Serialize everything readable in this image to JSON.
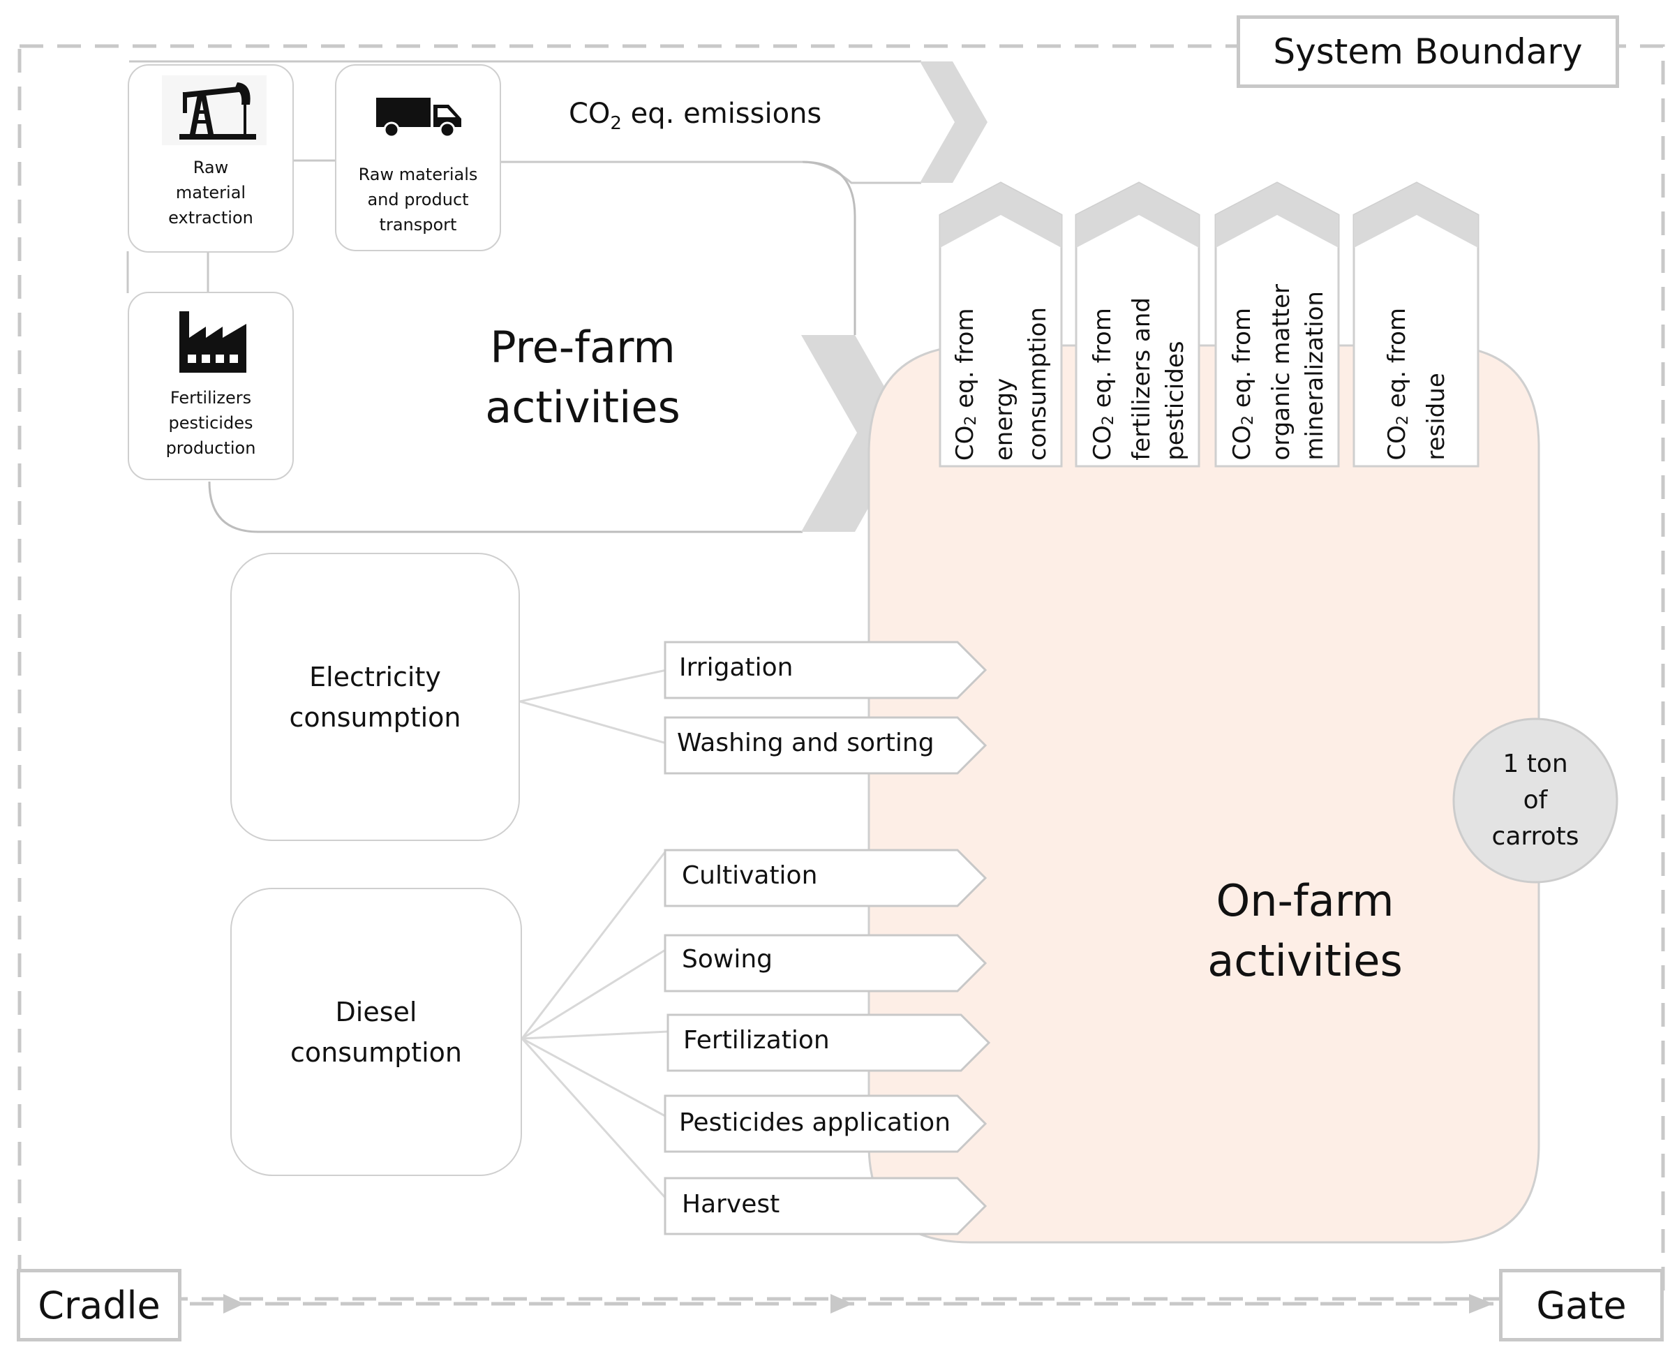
{
  "system_boundary": {
    "label": "System Boundary"
  },
  "cradle": {
    "label": "Cradle"
  },
  "gate": {
    "label": "Gate"
  },
  "emissions_arrow": {
    "prefix": "CO",
    "subscript": "2",
    "suffix": " eq. emissions"
  },
  "pre_farm": {
    "title_line1": "Pre-farm",
    "title_line2": "activities",
    "nodes": [
      {
        "icon": "oil-pump-icon",
        "line1": "Raw",
        "line2": "material",
        "line3": "extraction"
      },
      {
        "icon": "truck-icon",
        "line1": "Raw materials",
        "line2": "and product",
        "line3": "transport"
      },
      {
        "icon": "factory-icon",
        "line1": "Fertilizers",
        "line2": "pesticides",
        "line3": "production"
      }
    ]
  },
  "co2_outputs": [
    {
      "line1_prefix": "CO",
      "line1_sub": "2",
      "line1_suffix": " eq. from",
      "line2": "energy",
      "line3": "consumption"
    },
    {
      "line1_prefix": "CO",
      "line1_sub": "2",
      "line1_suffix": " eq. from",
      "line2": "fertilizers and",
      "line3": "pesticides"
    },
    {
      "line1_prefix": "CO",
      "line1_sub": "2",
      "line1_suffix": " eq. from",
      "line2": "organic matter",
      "line3": "mineralization"
    },
    {
      "line1_prefix": "CO",
      "line1_sub": "2",
      "line1_suffix": " eq. from",
      "line2": "residue",
      "line3": ""
    }
  ],
  "electricity": {
    "line1": "Electricity",
    "line2": "consumption",
    "activities": [
      "Irrigation",
      "Washing and sorting"
    ]
  },
  "diesel": {
    "line1": "Diesel",
    "line2": "consumption",
    "activities": [
      "Cultivation",
      "Sowing",
      "Fertilization",
      "Pesticides application",
      "Harvest"
    ]
  },
  "on_farm": {
    "title_line1": "On-farm",
    "title_line2": "activities"
  },
  "output": {
    "line1": "1 ton",
    "line2": "of",
    "line3": "carrots"
  },
  "colors": {
    "boundary": "#c8c8c8",
    "arrow_fill": "#d9d9d9",
    "on_farm_fill": "#fdeee6",
    "output_fill": "#e3e3e3",
    "connector": "#d0d0d0"
  }
}
